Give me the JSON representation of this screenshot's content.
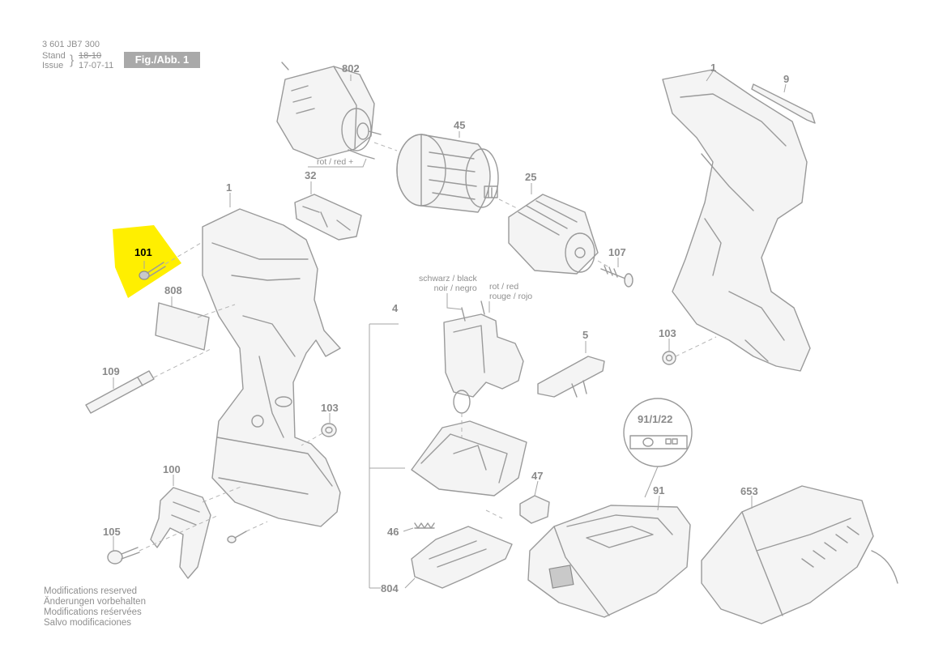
{
  "header": {
    "doc_number": "3 601 JB7 300",
    "stand_label": "Stand",
    "issue_label": "Issue",
    "stand_old": "18-10",
    "issue_date": "17-07-11",
    "figure_label": "Fig./Abb. 1"
  },
  "highlight_color": "#ffef00",
  "parts": {
    "p802": "802",
    "p45": "45",
    "p1_top": "1",
    "p9": "9",
    "p32": "32",
    "p25": "25",
    "p1_left": "1",
    "p101": "101",
    "p808": "808",
    "p107": "107",
    "p4": "4",
    "p5": "5",
    "p103_right": "103",
    "p109": "109",
    "p103_left": "103",
    "p911_22": "91/1/22",
    "p100": "100",
    "p47": "47",
    "p91": "91",
    "p653": "653",
    "p105": "105",
    "p46": "46",
    "p804": "804"
  },
  "wire_labels": {
    "motor_red": "rot / red +",
    "switch_black": "schwarz / black\nnoir / negro",
    "switch_red": "rot / red\nrouge / rojo"
  },
  "footer": [
    "Modifications reserved",
    "Änderungen vorbehalten",
    "Modifications reśervées",
    "Salvo modificaciones"
  ]
}
